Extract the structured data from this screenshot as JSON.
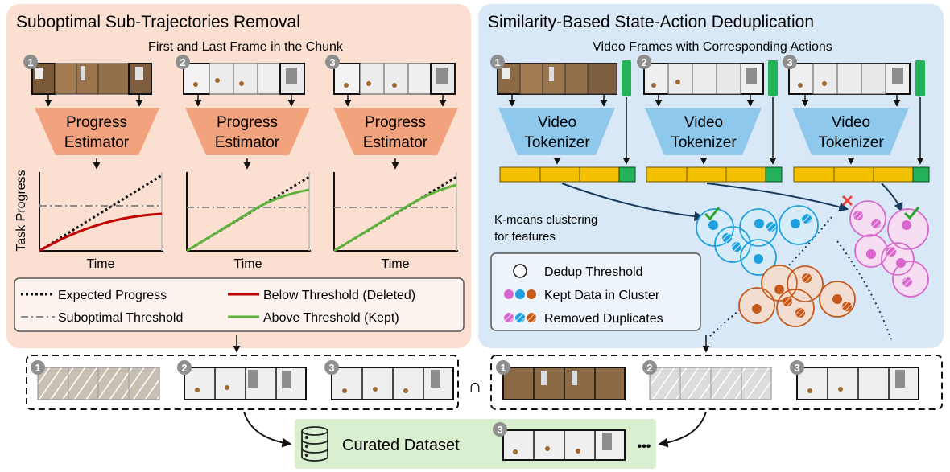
{
  "left_panel": {
    "title": "Suboptimal Sub-Trajectories Removal",
    "subtitle": "First and Last Frame in the Chunk",
    "estimator_line1": "Progress",
    "estimator_line2": "Estimator",
    "y_axis_label": "Task Progress",
    "x_axis_label": "Time",
    "legend": {
      "expected": "Expected Progress",
      "below": "Below Threshold (Deleted)",
      "threshold": "Suboptimal Threshold",
      "above": "Above Threshold (Kept)"
    }
  },
  "right_panel": {
    "title": "Similarity-Based State-Action Deduplication",
    "subtitle": "Video Frames with Corresponding Actions",
    "tokenizer_line1": "Video",
    "tokenizer_line2": "Tokenizer",
    "kmeans_line1": "K-means clustering",
    "kmeans_line2": "for features",
    "legend": {
      "dedup": "Dedup Threshold",
      "kept": "Kept Data in Cluster",
      "removed": "Removed Duplicates"
    }
  },
  "badges": [
    "1",
    "2",
    "3"
  ],
  "intersection_symbol": "∩",
  "output": {
    "label": "Curated Dataset",
    "badge": "3",
    "ellipsis": "•••"
  },
  "colors": {
    "left_panel_bg": "#fbe0d2",
    "right_panel_bg": "#d9e8f6",
    "output_bg": "#d9efcf",
    "estimator": "#f2a27c",
    "tokenizer": "#8ec8ec",
    "token_bar": "#f3c000",
    "action_green": "#23b25a",
    "below_threshold": "#c00000",
    "above_threshold": "#5cb33a",
    "cluster_blue": "#1e9fde",
    "cluster_pink": "#d966cc",
    "cluster_orange": "#c65a1c",
    "check": "#2aa52a",
    "cross": "#e8403a"
  }
}
